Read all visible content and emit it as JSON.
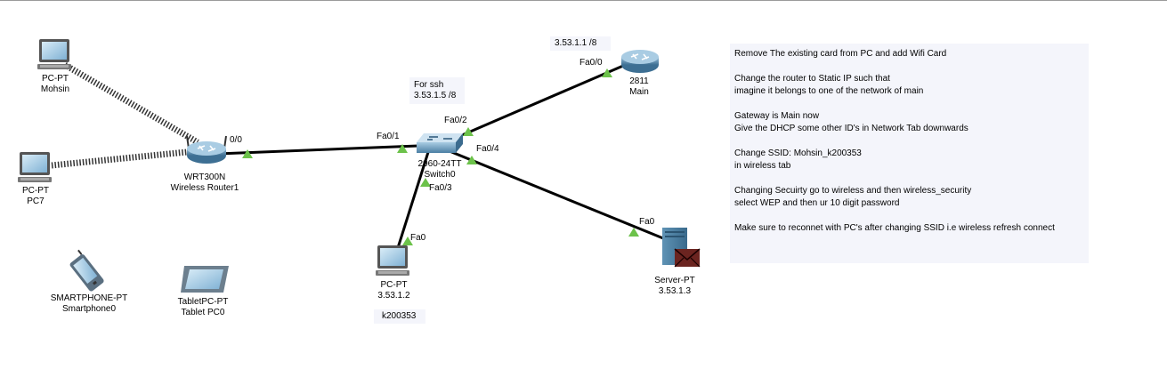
{
  "devices": {
    "pc_mohsin": {
      "type": "PC-PT",
      "name": "Mohsin"
    },
    "pc7": {
      "type": "PC-PT",
      "name": "PC7"
    },
    "wireless_router": {
      "type": "WRT300N",
      "name": "Wireless Router1"
    },
    "switch0": {
      "type": "2960-24TT",
      "name": "Switch0"
    },
    "router_main": {
      "type": "2811",
      "name": "Main"
    },
    "pc_switch": {
      "type": "PC-PT",
      "name": "3.53.1.2"
    },
    "server": {
      "type": "Server-PT",
      "name": "3.53.1.3"
    },
    "smartphone": {
      "type": "SMARTPHONE-PT",
      "name": "Smartphone0"
    },
    "tablet": {
      "type": "TabletPC-PT",
      "name": "Tablet PC0"
    }
  },
  "ports": {
    "router_0_0": "0/0",
    "switch_fa0_1": "Fa0/1",
    "switch_fa0_2": "Fa0/2",
    "switch_fa0_3": "Fa0/3",
    "switch_fa0_4": "Fa0/4",
    "main_fa0_0": "Fa0/0",
    "pc_fa0": "Fa0",
    "server_fa0": "Fa0"
  },
  "annotations": {
    "ssh_line1": "For ssh",
    "ssh_line2": "3.53.1.5 /8",
    "main_ip": "3.53.1.1  /8",
    "pc_note": "k200353"
  },
  "notes": [
    "Remove The existing card from PC and add Wifi Card",
    "Change the router to Static IP such that",
    "imagine it belongs to one of the network of main",
    "Gateway is Main now",
    "Give the DHCP some other ID's in Network Tab downwards",
    "Change SSID: Mohsin_k200353",
    "in wireless tab",
    "Changing Secuirty go to wireless and then wireless_security",
    "select WEP and then ur 10 digit password",
    "Make sure to reconnet with PC's after changing SSID i.e wireless refresh connect"
  ],
  "colors": {
    "link": "#000000",
    "port_indicator": "#6cc24a",
    "notes_bg": "#f4f5fb",
    "device": "#5a8db0"
  }
}
